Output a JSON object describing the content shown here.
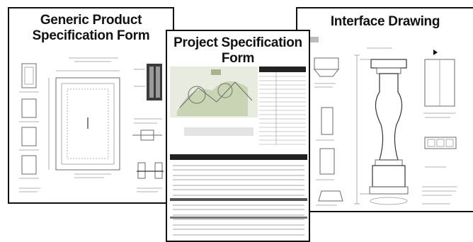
{
  "cards": {
    "generic": {
      "title_line1": "Generic Product",
      "title_line2": "Specification Form"
    },
    "project": {
      "title_line1": "Project Specification",
      "title_line2": "Form"
    },
    "interface": {
      "title": "Interface Drawing"
    }
  },
  "colors": {
    "border": "#111111",
    "drawing_line": "#6a6a6a",
    "form_header": "#222222"
  },
  "icons": [
    "baluster-drawing",
    "product-spec-drawing",
    "spec-form-thumbnail"
  ]
}
